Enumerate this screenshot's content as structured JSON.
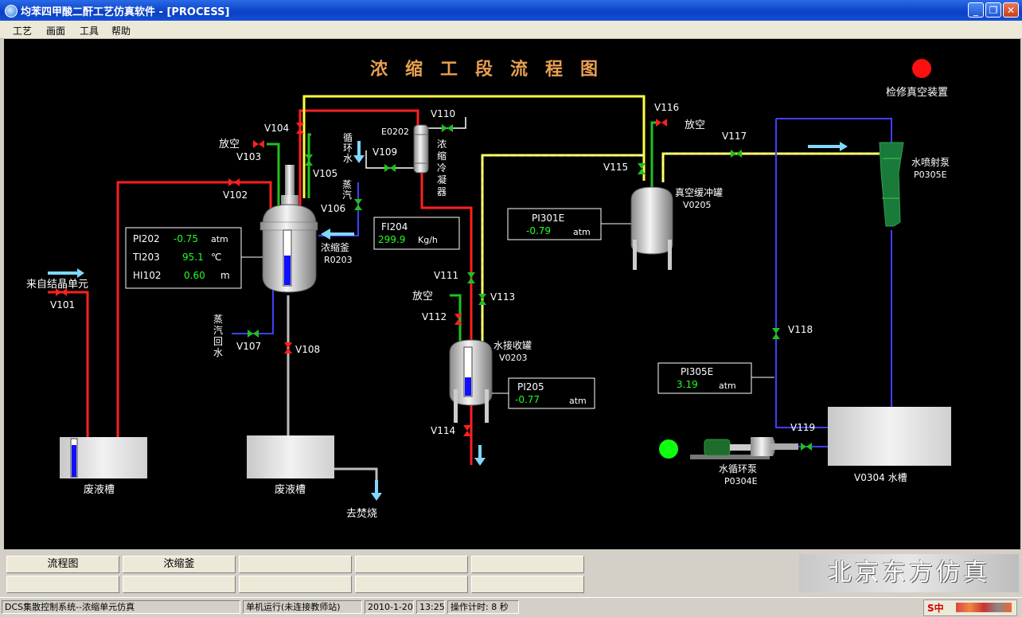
{
  "window": {
    "title": "均苯四甲酸二酐工艺仿真软件 - [PROCESS]"
  },
  "menu": [
    "工艺",
    "画面",
    "工具",
    "帮助"
  ],
  "diagram": {
    "title": "浓缩工段流程图",
    "maintenance_label": "检修真空装置",
    "labels": {
      "from_crystal": "来自结晶单元",
      "vent_v103": "放空",
      "vent_v112": "放空",
      "vent_v116": "放空",
      "circ_water_1": "循",
      "circ_water_2": "环",
      "circ_water_3": "水",
      "steam_1": "蒸",
      "steam_2": "汽",
      "steam_ret_1": "蒸",
      "steam_ret_2": "汽",
      "steam_ret_3": "回",
      "steam_ret_4": "水",
      "cond_1": "浓",
      "cond_2": "缩",
      "cond_3": "冷",
      "cond_4": "凝",
      "cond_5": "器",
      "to_incinerate": "去焚烧"
    },
    "equipment": {
      "r0203_name": "浓缩釜",
      "r0203_tag": "R0203",
      "e0202": "E0202",
      "v0203_name": "水接收罐",
      "v0203_tag": "V0203",
      "v0205_name": "真空缓冲罐",
      "v0205_tag": "V0205",
      "p0305e_name": "水喷射泵",
      "p0305e_tag": "P0305E",
      "p0304e_name": "水循环泵",
      "p0304e_tag": "P0304E",
      "v0304": "V0304   水槽",
      "waste1": "废液槽",
      "waste2": "废液槽"
    },
    "valves": [
      "V101",
      "V102",
      "V103",
      "V104",
      "V105",
      "V106",
      "V107",
      "V108",
      "V109",
      "V110",
      "V111",
      "V112",
      "V113",
      "V114",
      "V115",
      "V116",
      "V117",
      "V118",
      "V119"
    ],
    "readouts": {
      "r0203_panel": {
        "rows": [
          {
            "tag": "PI202",
            "value": "-0.75",
            "unit": "atm"
          },
          {
            "tag": "TI203",
            "value": "95.1",
            "unit": "℃"
          },
          {
            "tag": "HI102",
            "value": "0.60",
            "unit": "m"
          }
        ]
      },
      "fi204": {
        "tag": "FI204",
        "value": "299.9",
        "unit": "Kg/h"
      },
      "pi301e": {
        "tag": "PI301E",
        "value": "-0.79",
        "unit": "atm"
      },
      "pi205": {
        "tag": "PI205",
        "value": "-0.77",
        "unit": "atm"
      },
      "pi305e": {
        "tag": "PI305E",
        "value": "3.19",
        "unit": "atm"
      }
    },
    "colors": {
      "red_line": "#ff2020",
      "yellow_line": "#ffff40",
      "blue_line": "#4040ff",
      "green_line": "#20c020",
      "title": "#e8a050",
      "value_green": "#20ff20",
      "indicator_red": "#ff1010",
      "indicator_green": "#10ff10"
    }
  },
  "nav_buttons": [
    "流程图",
    "浓缩釜",
    "",
    "",
    "",
    "",
    "",
    "",
    "",
    ""
  ],
  "brand": "北京东方仿真",
  "status": {
    "system": "DCS集散控制系统--浓缩单元仿真",
    "mode": "单机运行(未连接教师站)",
    "date": "2010-1-20",
    "time": "13:25",
    "timer": "操作计时: 8 秒"
  }
}
